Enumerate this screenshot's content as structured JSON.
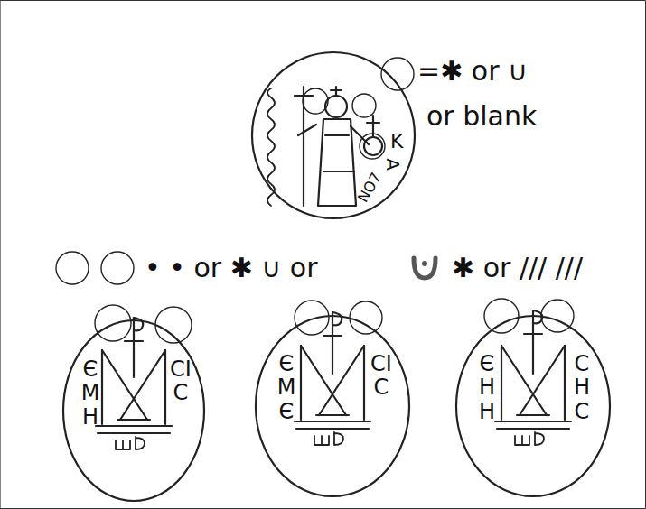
{
  "diagram": {
    "labels": [
      "=✱ or ∪",
      "or blank",
      "K",
      "A",
      "NO7",
      "• • or ✱ ∪ or",
      "✱ or /// ///",
      "ЄMH",
      "CIC",
      "ЄMЄ",
      "CIC",
      "ЄHH",
      "CHC"
    ]
  }
}
